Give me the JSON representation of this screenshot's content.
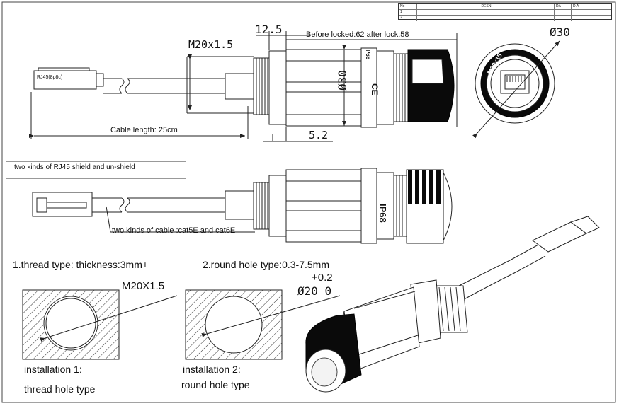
{
  "title_block": {
    "headers": [
      "No",
      "DESN",
      "DA",
      "D.A"
    ],
    "rows": [
      [
        "1",
        "",
        "",
        ""
      ],
      [
        "2",
        "",
        "",
        ""
      ]
    ]
  },
  "top_view": {
    "plug_label": "RJ45(8p8c)",
    "dim_thread": "M20x1.5",
    "dim_12_5": "12.5",
    "lock_note": "Before locked:62 after lock:58",
    "dim_diameter": "Ø30",
    "dim_5_2": "5.2",
    "cable_length": "Cable length: 25cm",
    "marking_ce": "CE",
    "marking_p": "P68"
  },
  "end_view": {
    "diameter": "Ø30",
    "face_marking": "M20x15"
  },
  "middle_view": {
    "shield_note": "two kinds of RJ45 shield and un-shield",
    "cable_note": "two kinds of cable :cat5E and cat6E",
    "marking_ip": "IP68"
  },
  "specs": {
    "thread_type": "1.thread type: thickness:3mm+",
    "round_type": "2.round hole type:0.3-7.5mm"
  },
  "install1": {
    "dim": "M20X1.5",
    "caption_line1": "installation 1:",
    "caption_line2": "thread  hole type"
  },
  "install2": {
    "tolerance": "+0.2",
    "dim": "Ø20 0",
    "caption_line1": "installation 2:",
    "caption_line2": "round hole type"
  },
  "colors": {
    "ink": "#111111",
    "dim_line": "#222222",
    "fill_dark": "#0a0a0a",
    "gray": "#9a9a9a"
  }
}
